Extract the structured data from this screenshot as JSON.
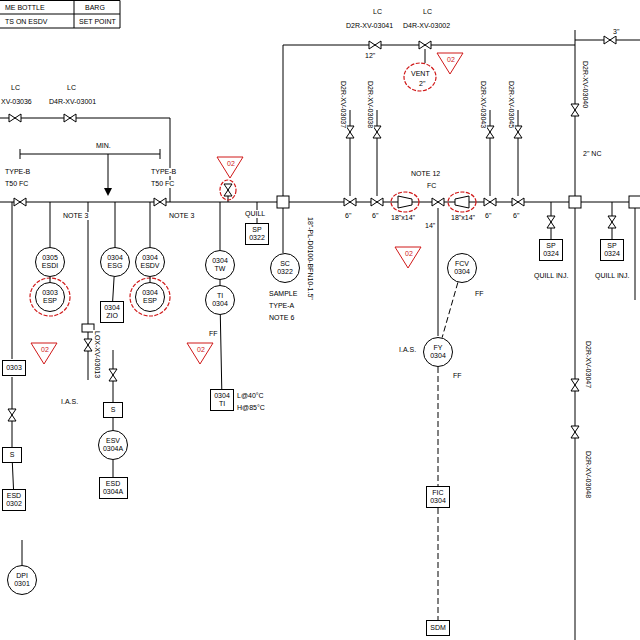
{
  "diagram": {
    "nodes": [
      {
        "text": [
          "0305",
          "ESDI"
        ]
      },
      {
        "text": [
          "0303",
          "ESP"
        ]
      },
      {
        "text": [
          "0304",
          "ESG"
        ]
      },
      {
        "text": [
          "0304",
          "ESDV"
        ]
      },
      {
        "text": [
          "0304",
          "ESP"
        ]
      },
      {
        "text": [
          "0304",
          "ZIO"
        ]
      },
      {
        "text": [
          "0304",
          "TW"
        ]
      },
      {
        "text": [
          "TI",
          "0304"
        ]
      },
      {
        "text": [
          "0304",
          "TI"
        ]
      },
      {
        "text": [
          "SP",
          "0322"
        ]
      },
      {
        "text": [
          "SC",
          "0322"
        ]
      },
      {
        "text": [
          "FCV",
          "0304"
        ]
      },
      {
        "text": [
          "FY",
          "0304"
        ]
      },
      {
        "text": [
          "FIC",
          "0304"
        ]
      },
      {
        "text": [
          "SDM"
        ]
      },
      {
        "text": [
          "SP",
          "0324"
        ]
      },
      {
        "text": [
          "SP",
          "0324"
        ]
      },
      {
        "text": [
          "S"
        ]
      },
      {
        "text": [
          "ESV",
          "0304A"
        ]
      },
      {
        "text": [
          "ESD",
          "0304A"
        ]
      },
      {
        "text": [
          "S"
        ]
      },
      {
        "text": [
          "ESD",
          "0302"
        ]
      },
      {
        "text": [
          "0303"
        ]
      },
      {
        "text": [
          "DPI",
          "0301"
        ]
      }
    ],
    "edges": [
      {
        "from": 0,
        "to": 1,
        "arrow": "none"
      },
      {
        "from": 2,
        "to": 5,
        "arrow": "none"
      },
      {
        "from": 3,
        "to": 4,
        "arrow": "none"
      },
      {
        "from": 6,
        "to": 7,
        "arrow": "none"
      },
      {
        "from": 7,
        "to": 8,
        "arrow": "none"
      },
      {
        "from": 11,
        "to": 12,
        "arrow": "none"
      },
      {
        "from": 12,
        "to": 13,
        "arrow": "none"
      },
      {
        "from": 13,
        "to": 14,
        "arrow": "none"
      },
      {
        "from": 17,
        "to": 18,
        "arrow": "none"
      },
      {
        "from": 18,
        "to": 19,
        "arrow": "none"
      },
      {
        "from": 20,
        "to": 21,
        "arrow": "none"
      }
    ],
    "labels": [
      "ME BOTTLE",
      "BARG",
      "TS ON ESDV",
      "SET POINT",
      "LC",
      "LC",
      "XV-03036",
      "D4R-XV-03001",
      "TYPE-B",
      "T50 FC",
      "MIN.",
      "TYPE-B",
      "T50 FC",
      "NOTE 3",
      "NOTE 3",
      "02",
      "02",
      "02",
      "02",
      "02",
      "FF",
      "FF",
      "FF",
      "I.A.S.",
      "I.A.S.",
      "SAMPLE",
      "TYPE-A",
      "NOTE 6",
      "QUILL",
      "18\"-PL-D0100-BFN10-1.5\"",
      "VENT",
      "2\"",
      "LC",
      "LC",
      "D2R-XV-03041",
      "D4R-XV-03002",
      "12\"",
      "NOTE 12",
      "FC",
      "18\"x14\"",
      "18\"x14\"",
      "14\"",
      "6\"",
      "6\"",
      "6\"",
      "6\"",
      "D2R-XV-03037",
      "D2R-XV-03038",
      "D2R-XV-03043",
      "D2R-XV-03045",
      "QUILL INJ.",
      "QUILL INJ.",
      "L@40°C",
      "H@85°C",
      "LOX-XV-03013",
      "D2R-XV-03040",
      "2\" NC",
      "D2R-XV-03047",
      "D2R-XV-03048",
      "3\""
    ]
  }
}
